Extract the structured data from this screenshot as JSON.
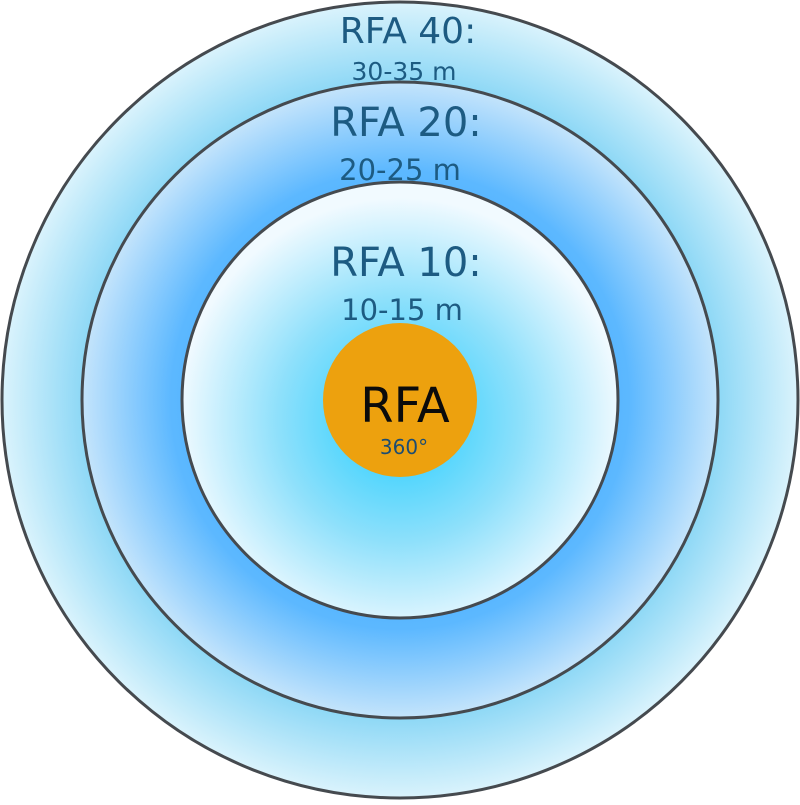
{
  "center": {
    "title": "RFA",
    "subtitle": "360°",
    "fill": "#eda10e",
    "text_color": "#0b0b0b",
    "subtitle_color": "#1d4d72"
  },
  "rings": [
    {
      "label": "RFA 10:",
      "range": "10-15 m",
      "center_color": "#2fd2ff",
      "edge_color": "#eef9ff"
    },
    {
      "label": "RFA 20:",
      "range": "20-25 m",
      "center_color": "#5cbdff",
      "edge_color": "#c6e5fb"
    },
    {
      "label": "RFA 40:",
      "range": "30-35 m",
      "center_color": "#7fd6f6",
      "edge_color": "#d8f1fb"
    }
  ],
  "stroke_color": "#454a4f",
  "label_color": "#1d5b82"
}
